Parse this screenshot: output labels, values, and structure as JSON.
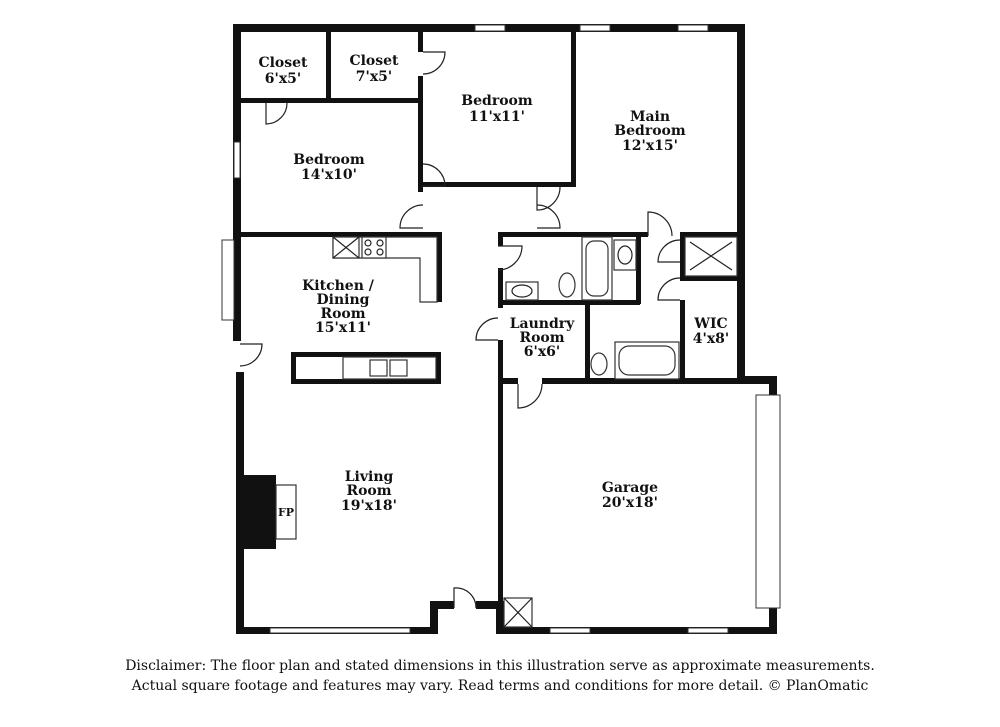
{
  "rooms": {
    "closet_1": {
      "name": "Closet",
      "size": "6'x5'"
    },
    "closet_2": {
      "name": "Closet",
      "size": "7'x5'"
    },
    "bedroom_1": {
      "name": "Bedroom",
      "size": "11'x11'"
    },
    "main_bedroom": {
      "name_line1": "Main",
      "name_line2": "Bedroom",
      "size": "12'x15'"
    },
    "bedroom_2": {
      "name": "Bedroom",
      "size": "14'x10'"
    },
    "kitchen": {
      "name_line1": "Kitchen /",
      "name_line2": "Dining",
      "name_line3": "Room",
      "size": "15'x11'"
    },
    "laundry": {
      "name_line1": "Laundry",
      "name_line2": "Room",
      "size": "6'x6'"
    },
    "wic": {
      "name": "WIC",
      "size": "4'x8'"
    },
    "living": {
      "name_line1": "Living",
      "name_line2": "Room",
      "size": "19'x18'"
    },
    "garage": {
      "name": "Garage",
      "size": "20'x18'"
    },
    "fireplace": {
      "label": "FP"
    }
  },
  "disclaimer": {
    "line1": "Disclaimer: The floor plan and stated dimensions in this illustration serve as approximate measurements.",
    "line2": "Actual square footage and features may vary. Read terms and conditions for more detail. © PlanOmatic"
  }
}
